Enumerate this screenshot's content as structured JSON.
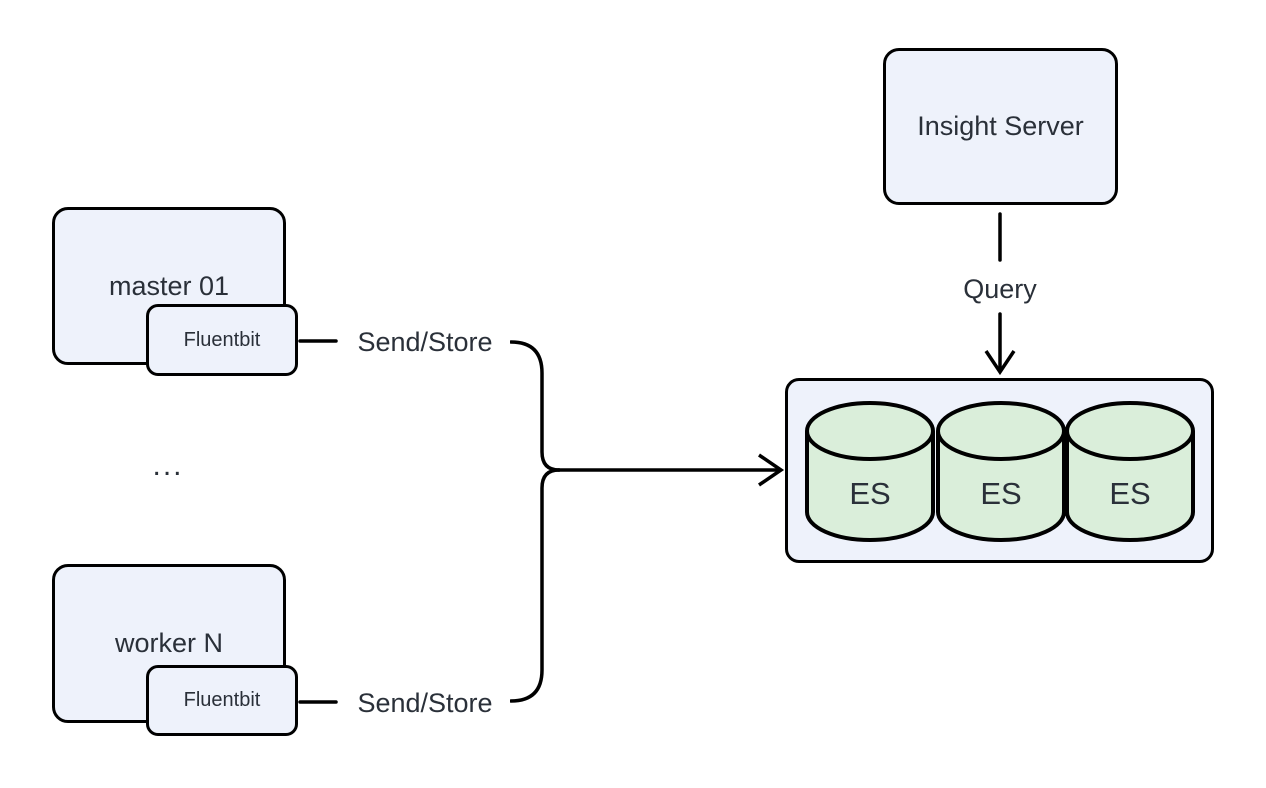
{
  "diagram": {
    "background": "#ffffff",
    "stroke_color": "#000000",
    "text_color": "#2a3039",
    "node_fill": "#eef2fb",
    "cylinder_fill": "#daeeda",
    "nodes": {
      "master": {
        "label": "master 01"
      },
      "master_fluentbit": {
        "label": "Fluentbit"
      },
      "ellipsis": {
        "label": "..."
      },
      "worker": {
        "label": "worker N"
      },
      "worker_fluentbit": {
        "label": "Fluentbit"
      },
      "insight_server": {
        "label": "Insight Server"
      }
    },
    "es_cluster": {
      "nodes": [
        {
          "label": "ES"
        },
        {
          "label": "ES"
        },
        {
          "label": "ES"
        }
      ]
    },
    "edges": {
      "master_send": {
        "label": "Send/Store"
      },
      "worker_send": {
        "label": "Send/Store"
      },
      "query": {
        "label": "Query"
      }
    }
  }
}
